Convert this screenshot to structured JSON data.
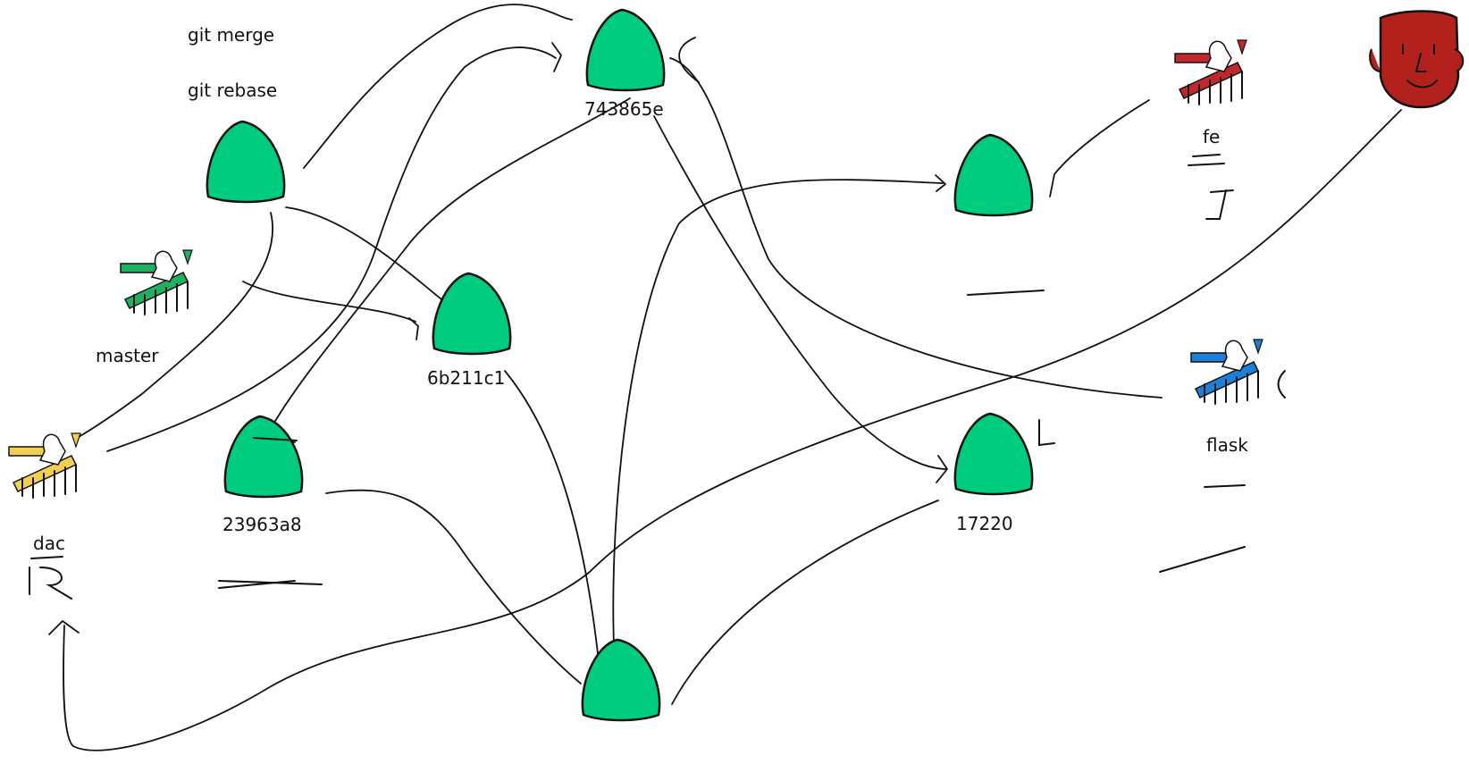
{
  "commands": {
    "merge": "git merge",
    "rebase": "git rebase"
  },
  "commits": [
    {
      "id": "top",
      "label": "743865e"
    },
    {
      "id": "left",
      "label": ""
    },
    {
      "id": "mid",
      "label": "6b211c1"
    },
    {
      "id": "leftlow",
      "label": "23963a8"
    },
    {
      "id": "bottom",
      "label": ""
    },
    {
      "id": "right",
      "label": ""
    },
    {
      "id": "rightlow",
      "label": "17220"
    }
  ],
  "branches": [
    {
      "id": "master",
      "label": "master",
      "color": "#21b05f"
    },
    {
      "id": "dac",
      "label": "dac",
      "color": "#f2cf52"
    },
    {
      "id": "fe",
      "label": "fe",
      "color": "#c0282d"
    },
    {
      "id": "flask",
      "label": "flask",
      "color": "#1e7fd8"
    }
  ],
  "colors": {
    "commit_fill": "#00cc7f",
    "avatar_fill": "#b3211d",
    "ink": "#111111"
  },
  "icons": {
    "commit": "commit-triangle-icon",
    "branch": "hand-holding-arrows-icon",
    "avatar": "face-avatar-icon"
  }
}
